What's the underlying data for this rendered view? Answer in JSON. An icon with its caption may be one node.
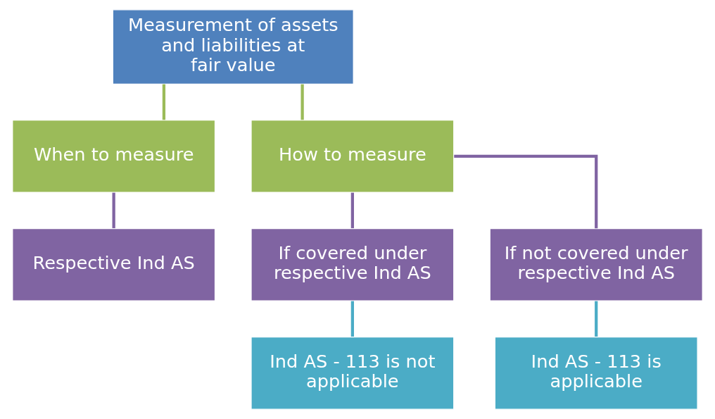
{
  "diagram": {
    "nodes": [
      {
        "text": [
          "Measurement of assets and liabilities at fair value"
        ]
      },
      {
        "text": [
          "When to measure"
        ]
      },
      {
        "text": [
          "How to measure"
        ]
      },
      {
        "text": [
          "Respective Ind AS"
        ]
      },
      {
        "text": [
          "If covered under respective Ind AS"
        ]
      },
      {
        "text": [
          "If not covered under respective Ind AS"
        ]
      },
      {
        "text": [
          "Ind AS - 113 is not applicable"
        ]
      },
      {
        "text": [
          "Ind AS - 113 is applicable"
        ]
      }
    ],
    "edges": [
      {
        "from": 0,
        "to": 1,
        "arrow": "none",
        "color": "#9bbb59"
      },
      {
        "from": 0,
        "to": 2,
        "arrow": "none",
        "color": "#9bbb59"
      },
      {
        "from": 1,
        "to": 3,
        "arrow": "none",
        "color": "#8064a2"
      },
      {
        "from": 2,
        "to": 4,
        "arrow": "none",
        "color": "#8064a2"
      },
      {
        "from": 2,
        "to": 5,
        "arrow": "none",
        "color": "#8064a2"
      },
      {
        "from": 4,
        "to": 6,
        "arrow": "none",
        "color": "#4bacc6"
      },
      {
        "from": 5,
        "to": 7,
        "arrow": "none",
        "color": "#4bacc6"
      }
    ]
  }
}
